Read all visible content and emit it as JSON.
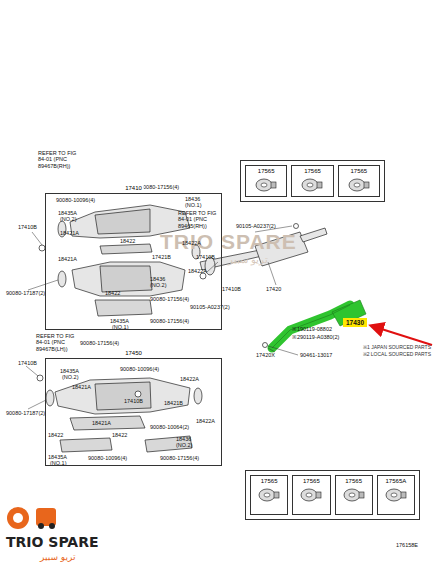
{
  "diagram": {
    "nodes": [
      {
        "text": [
          "17410"
        ]
      },
      {
        "text": [
          "17450"
        ]
      },
      {
        "text": [
          "17565",
          "17565",
          "17565"
        ]
      },
      {
        "text": [
          "17565",
          "17565",
          "17565",
          "17565A"
        ]
      },
      {
        "text": [
          "17430"
        ]
      }
    ],
    "labels": [
      "REFER TO FIG 84-01 (PNC 89467B(RH))",
      "90080-10096(4)",
      "90080-17156(4)",
      "18436",
      "(NO.1)",
      "18435A",
      "(NO.2)",
      "17410B",
      "18421A",
      "18422",
      "18422A",
      "18421A",
      "17421B",
      "18436",
      "(NO.2)",
      "18422",
      "90080-17156(4)",
      "18422A",
      "18435A",
      "(NO.1)",
      "90080-17156(4)",
      "90080-17187(2)",
      "REFER TO FIG 84-01 (PNC 89465(RH))",
      "90105-A0237(2)",
      "17410B",
      "17420",
      "90105-A0237(2)",
      "17410B",
      "※1",
      "90119-08802",
      "※2",
      "90119-A0380(2)",
      "90461-13017",
      "17420X",
      "※1 JAPAN SOURCED PARTS",
      "※2 LOCAL SOURCED PARTS",
      "REFER TO FIG 84-01 (PNC 89467B(LH))",
      "90080-17156(4)",
      "17410B",
      "18435A",
      "(NO.2)",
      "90080-10096(4)",
      "18421A",
      "17410B",
      "18422A",
      "18421A",
      "18421B",
      "90080-17187(2)",
      "18422",
      "18422",
      "90080-10064(2)",
      "18422A",
      "18436",
      "(NO.2)",
      "18435A",
      "(NO.1)",
      "90080-10096(4)",
      "90080-17156(4)",
      "176158E",
      "TRIO SPARE",
      "تريو سبير",
      "TRIO SPARE",
      "تريو سبير"
    ]
  }
}
